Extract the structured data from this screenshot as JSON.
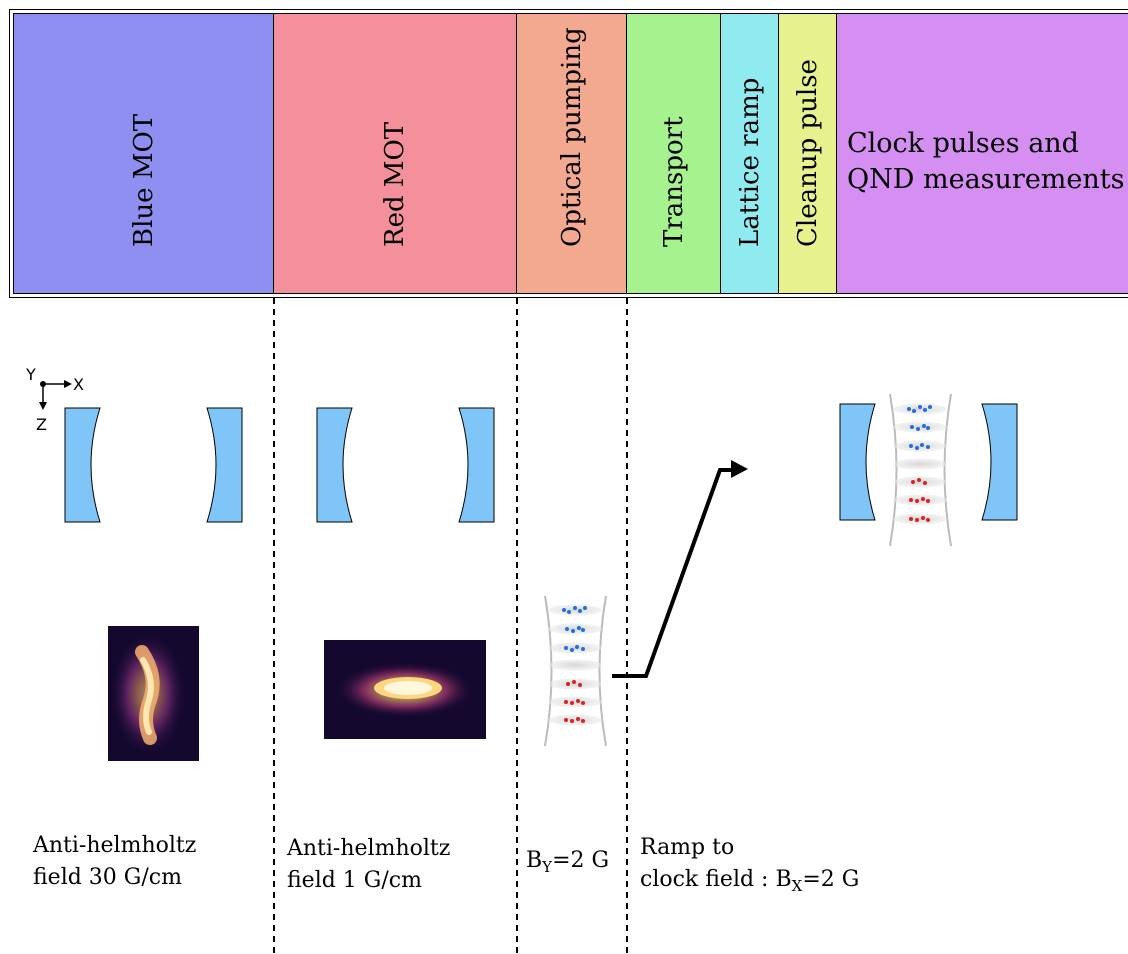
{
  "phases": [
    {
      "label": "Blue MOT",
      "color": "#8f8ff2"
    },
    {
      "label": "Red MOT",
      "color": "#f48f9c"
    },
    {
      "label": "Optical pumping",
      "color": "#f2a98f"
    },
    {
      "label": "Transport",
      "color": "#a6f28f"
    },
    {
      "label": "Lattice ramp",
      "color": "#8febef"
    },
    {
      "label": "Cleanup pulse",
      "color": "#e7f28f"
    },
    {
      "label": "Clock pulses and",
      "label2": "QND measurements",
      "color": "#d58ff2"
    }
  ],
  "axes": {
    "y": "Y",
    "x": "X",
    "z": "Z"
  },
  "captions": {
    "blue_mot_line1": "Anti-helmholtz",
    "blue_mot_line2": "field 30 G/cm",
    "red_mot_line1": "Anti-helmholtz",
    "red_mot_line2": "field 1 G/cm",
    "pumping_B": "B",
    "pumping_sub": "Y",
    "pumping_value": "=2 G",
    "ramp_line1": "Ramp to",
    "ramp_line2_prefix": "clock field : B",
    "ramp_sub": "X",
    "ramp_value": "=2 G"
  },
  "colors": {
    "mirror": "#7fc5f7",
    "atom_blue": "#1f6fe0",
    "atom_red": "#e01f1f"
  }
}
